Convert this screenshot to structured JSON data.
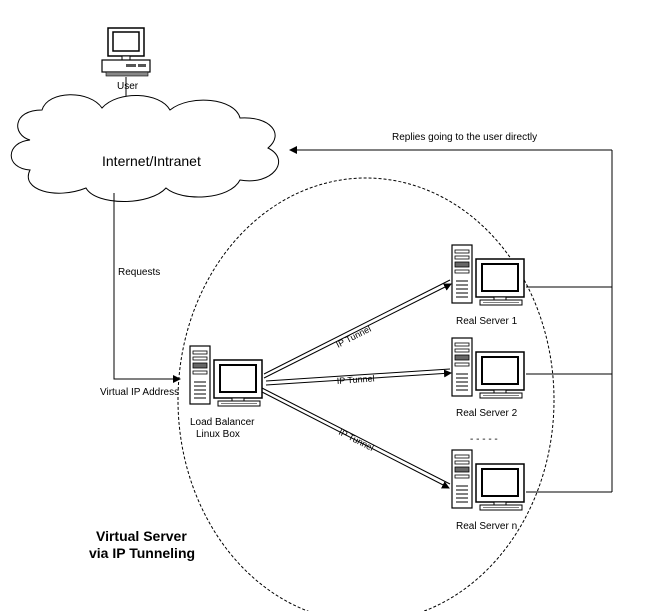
{
  "nodes": {
    "user": {
      "label": "User"
    },
    "cloud": {
      "label": "Internet/Intranet"
    },
    "load_balancer": {
      "label_line1": "Load Balancer",
      "label_line2": "Linux Box"
    },
    "real_server_1": {
      "label": "Real Server 1"
    },
    "real_server_2": {
      "label": "Real Server 2"
    },
    "real_server_n": {
      "label": "Real Server n"
    },
    "ellipsis": "- - - - -"
  },
  "edges": {
    "requests": "Requests",
    "virtual_ip": "Virtual IP Address",
    "replies": "Replies going to the user directly",
    "tunnel_1": "IP Tunnel",
    "tunnel_2": "IP Tunnel",
    "tunnel_3": "IP Tunnel"
  },
  "caption": {
    "line1": "Virtual Server",
    "line2": "via IP Tunneling"
  },
  "icons": {
    "user_workstation": "desktop-computer-icon",
    "load_balancer_machine": "tower-server-with-monitor-icon",
    "real_server_machine": "tower-server-with-monitor-icon",
    "network": "cloud-icon"
  }
}
